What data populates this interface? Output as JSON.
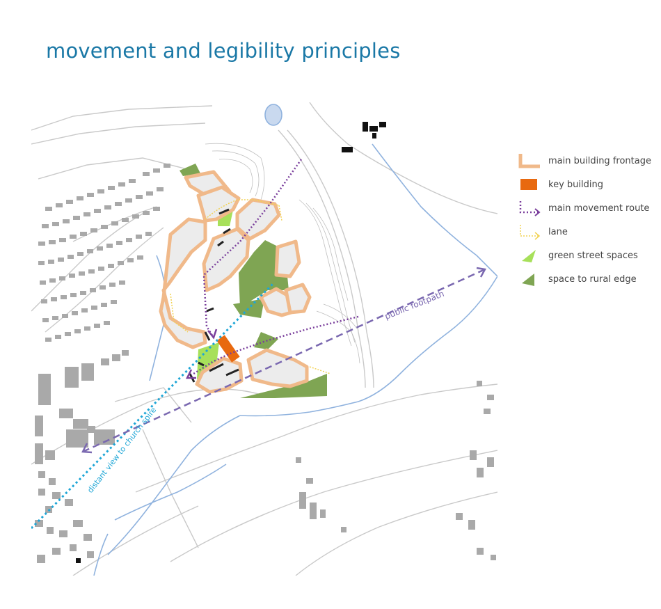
{
  "title": "movement and legibility principles",
  "map": {
    "labels": {
      "public_footpath": "public footpath",
      "distant_view": "distant view to church spire"
    }
  },
  "legend": {
    "items": [
      {
        "key": "frontage",
        "label": "main building frontage",
        "color": "#f0b98a"
      },
      {
        "key": "key_building",
        "label": "key building",
        "color": "#e8690f"
      },
      {
        "key": "movement",
        "label": "main movement route",
        "color": "#7a3f9c"
      },
      {
        "key": "lane",
        "label": "lane",
        "color": "#f2d253"
      },
      {
        "key": "green_street",
        "label": "green street spaces",
        "color": "#a7e05a"
      },
      {
        "key": "rural_edge",
        "label": "space to rural edge",
        "color": "#7fa553"
      }
    ]
  },
  "colors": {
    "title": "#1a78a6",
    "footpath": "#7a68b0",
    "view": "#1ea6d6",
    "water": "#8fb2de",
    "road": "#bdbdbd",
    "building": "#a9a9a9"
  }
}
